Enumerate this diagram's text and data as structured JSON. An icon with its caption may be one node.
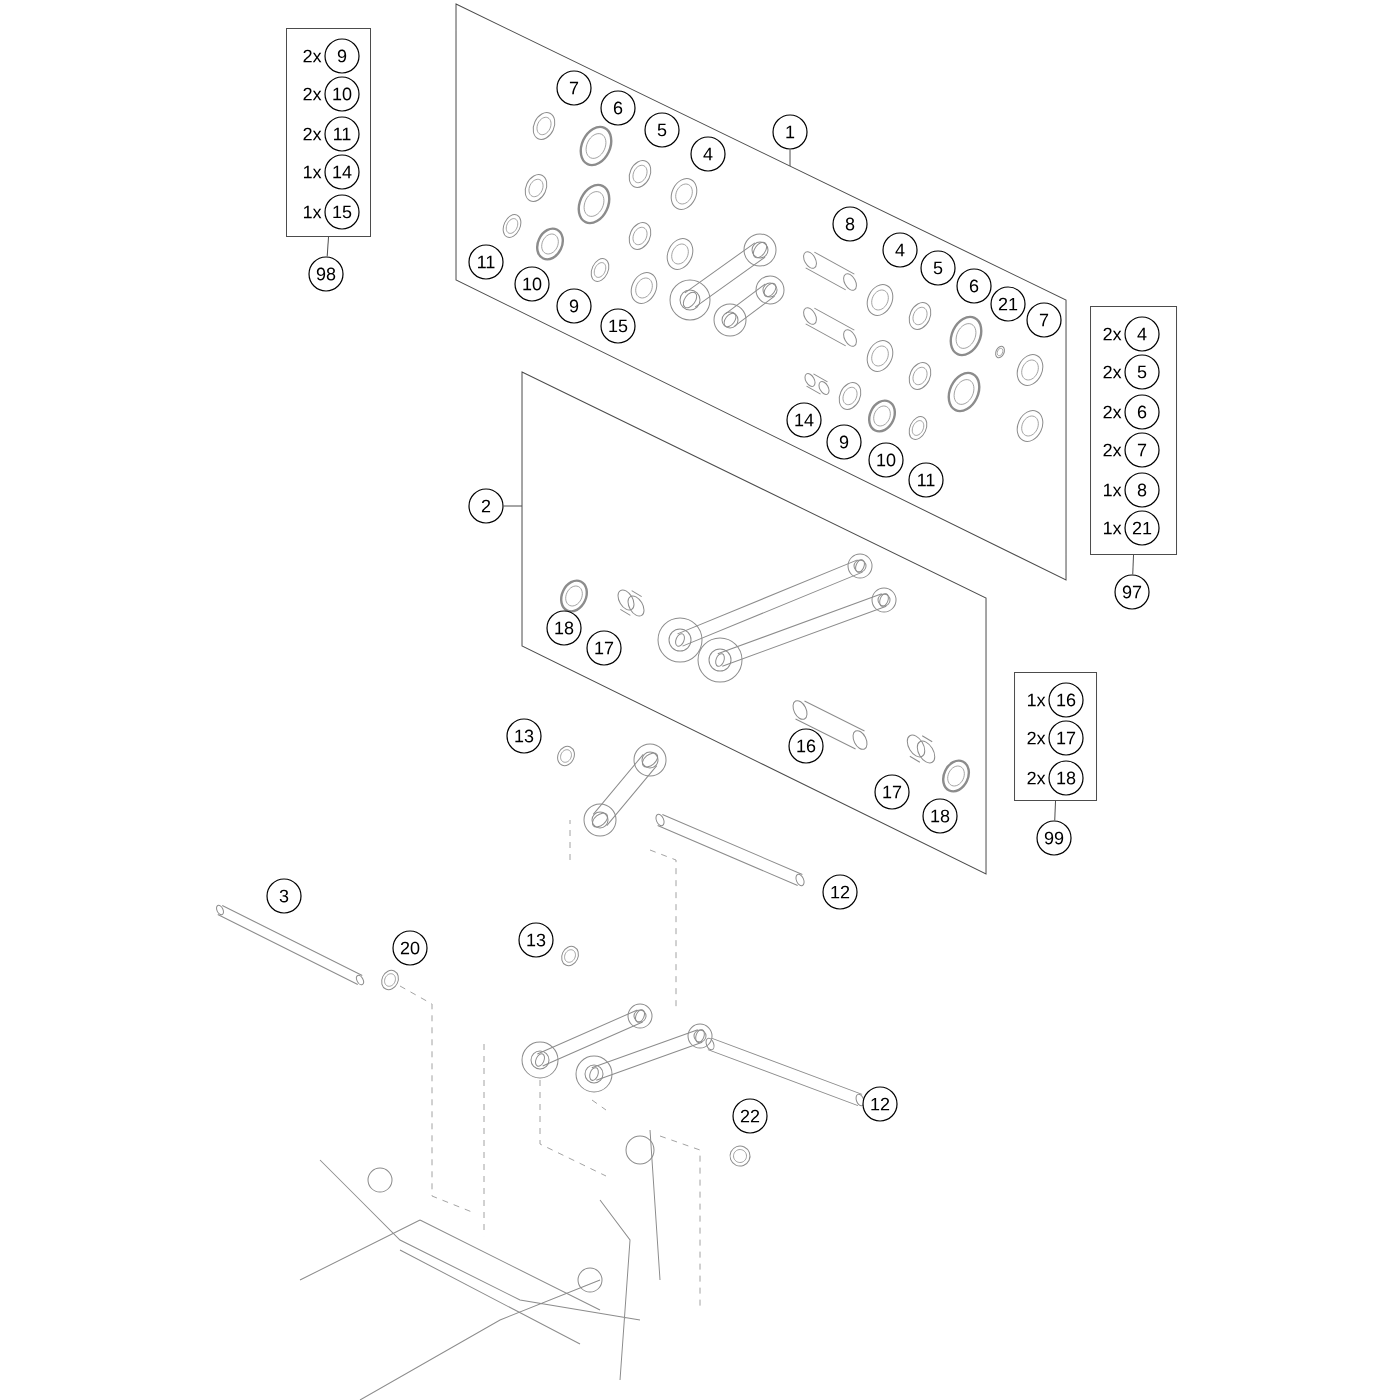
{
  "diagram": {
    "nodes": [
      {
        "text": [],
        "shape": "box"
      },
      {
        "text": [
          "9"
        ],
        "in": 0,
        "beside": [
          "2x"
        ]
      },
      {
        "text": [
          "10"
        ],
        "in": 0,
        "beside": [
          "2x"
        ]
      },
      {
        "text": [
          "11"
        ],
        "in": 0,
        "beside": [
          "2x"
        ]
      },
      {
        "text": [
          "14"
        ],
        "in": 0,
        "beside": [
          "1x"
        ]
      },
      {
        "text": [
          "15"
        ],
        "in": 0,
        "beside": [
          "1x"
        ]
      },
      {
        "text": [
          "98"
        ]
      },
      {
        "text": [],
        "shape": "box"
      },
      {
        "text": [
          "1"
        ]
      },
      {
        "text": [
          "7"
        ],
        "in": 7
      },
      {
        "text": [
          "6"
        ],
        "in": 7
      },
      {
        "text": [
          "5"
        ],
        "in": 7
      },
      {
        "text": [
          "4"
        ],
        "in": 7
      },
      {
        "text": [
          "8"
        ],
        "in": 7
      },
      {
        "text": [
          "4"
        ],
        "in": 7
      },
      {
        "text": [
          "5"
        ],
        "in": 7
      },
      {
        "text": [
          "6"
        ],
        "in": 7
      },
      {
        "text": [
          "21"
        ],
        "in": 7
      },
      {
        "text": [
          "7"
        ],
        "in": 7
      },
      {
        "text": [
          "11"
        ],
        "in": 7
      },
      {
        "text": [
          "10"
        ],
        "in": 7
      },
      {
        "text": [
          "9"
        ],
        "in": 7
      },
      {
        "text": [
          "15"
        ],
        "in": 7
      },
      {
        "text": [
          "14"
        ],
        "in": 7
      },
      {
        "text": [
          "9"
        ],
        "in": 7
      },
      {
        "text": [
          "10"
        ],
        "in": 7
      },
      {
        "text": [
          "11"
        ],
        "in": 7
      },
      {
        "text": [],
        "shape": "box"
      },
      {
        "text": [
          "4"
        ],
        "in": 27,
        "beside": [
          "2x"
        ]
      },
      {
        "text": [
          "5"
        ],
        "in": 27,
        "beside": [
          "2x"
        ]
      },
      {
        "text": [
          "6"
        ],
        "in": 27,
        "beside": [
          "2x"
        ]
      },
      {
        "text": [
          "7"
        ],
        "in": 27,
        "beside": [
          "2x"
        ]
      },
      {
        "text": [
          "8"
        ],
        "in": 27,
        "beside": [
          "1x"
        ]
      },
      {
        "text": [
          "21"
        ],
        "in": 27,
        "beside": [
          "1x"
        ]
      },
      {
        "text": [
          "97"
        ]
      },
      {
        "text": [],
        "shape": "box"
      },
      {
        "text": [
          "2"
        ]
      },
      {
        "text": [
          "18"
        ],
        "in": 35
      },
      {
        "text": [
          "17"
        ],
        "in": 35
      },
      {
        "text": [
          "16"
        ],
        "in": 35
      },
      {
        "text": [
          "17"
        ],
        "in": 35
      },
      {
        "text": [
          "18"
        ],
        "in": 35
      },
      {
        "text": [],
        "shape": "box"
      },
      {
        "text": [
          "16"
        ],
        "in": 42,
        "beside": [
          "1x"
        ]
      },
      {
        "text": [
          "17"
        ],
        "in": 42,
        "beside": [
          "2x"
        ]
      },
      {
        "text": [
          "18"
        ],
        "in": 42,
        "beside": [
          "2x"
        ]
      },
      {
        "text": [
          "99"
        ]
      },
      {
        "text": [
          "13"
        ]
      },
      {
        "text": [
          "12"
        ]
      },
      {
        "text": [
          "3"
        ]
      },
      {
        "text": [
          "20"
        ]
      },
      {
        "text": [
          "13"
        ]
      },
      {
        "text": [
          "12"
        ]
      },
      {
        "text": [
          "22"
        ]
      }
    ],
    "edges": [
      {
        "from": 0,
        "to": 6,
        "arrow": "none"
      },
      {
        "from": 8,
        "to": 7,
        "arrow": "none"
      },
      {
        "from": 27,
        "to": 34,
        "arrow": "none"
      },
      {
        "from": 36,
        "to": 35,
        "arrow": "none"
      },
      {
        "from": 42,
        "to": 46,
        "arrow": "none"
      }
    ]
  }
}
